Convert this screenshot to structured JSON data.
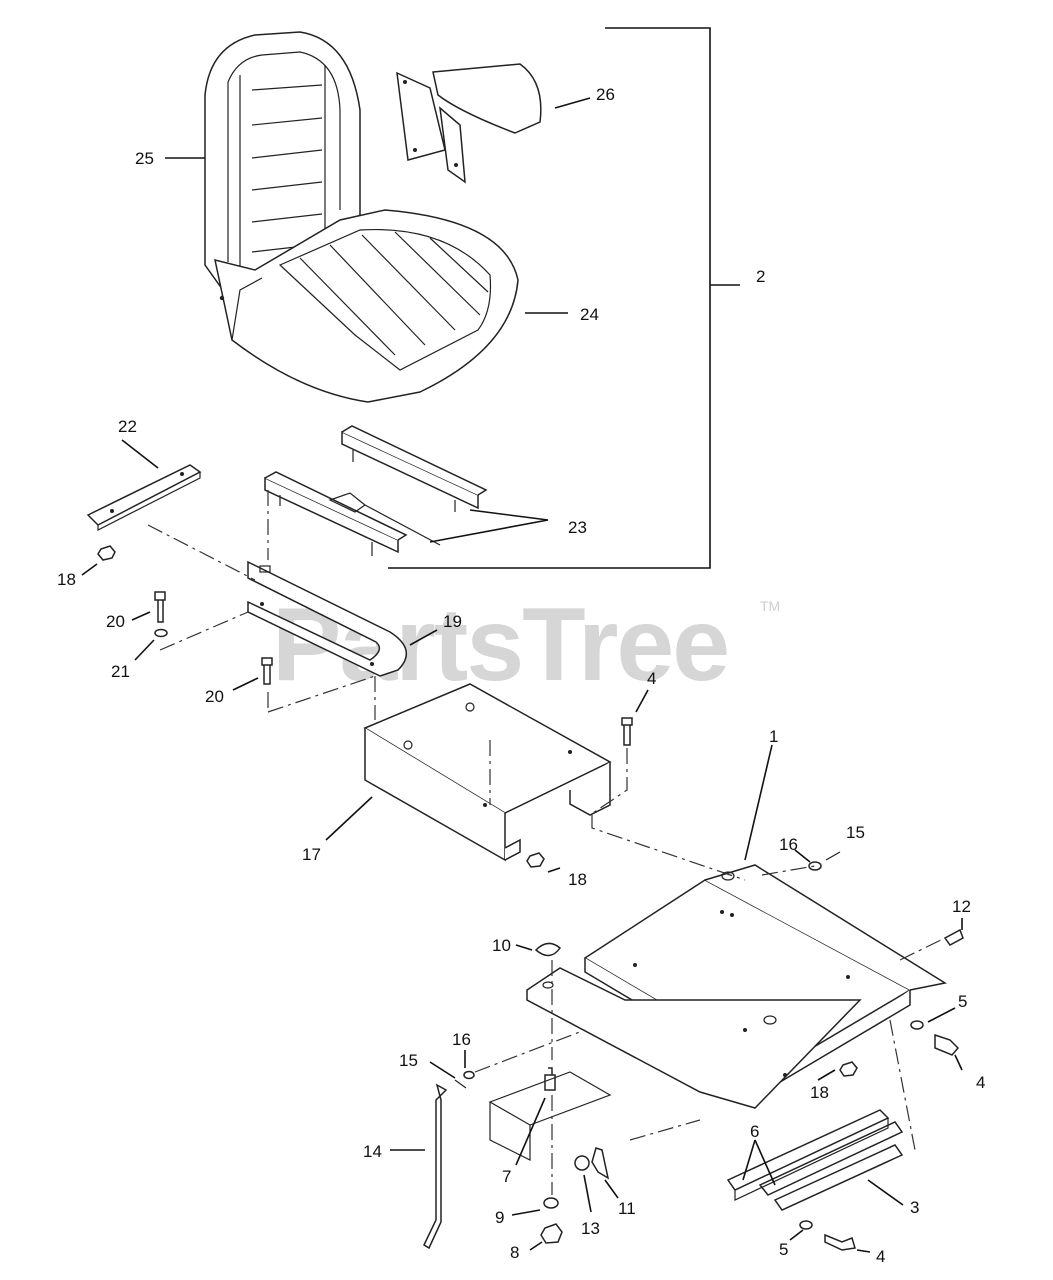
{
  "watermark": {
    "text": "PartsTree",
    "tm": "TM"
  },
  "callouts": [
    {
      "id": "c26",
      "text": "26"
    },
    {
      "id": "c25",
      "text": "25"
    },
    {
      "id": "c2",
      "text": "2"
    },
    {
      "id": "c24",
      "text": "24"
    },
    {
      "id": "c22",
      "text": "22"
    },
    {
      "id": "c23",
      "text": "23"
    },
    {
      "id": "c18a",
      "text": "18"
    },
    {
      "id": "c20a",
      "text": "20"
    },
    {
      "id": "c21",
      "text": "21"
    },
    {
      "id": "c19",
      "text": "19"
    },
    {
      "id": "c20b",
      "text": "20"
    },
    {
      "id": "c4a",
      "text": "4"
    },
    {
      "id": "c1",
      "text": "1"
    },
    {
      "id": "c17",
      "text": "17"
    },
    {
      "id": "c18b",
      "text": "18"
    },
    {
      "id": "c16a",
      "text": "16"
    },
    {
      "id": "c15a",
      "text": "15"
    },
    {
      "id": "c12",
      "text": "12"
    },
    {
      "id": "c10",
      "text": "10"
    },
    {
      "id": "c5a",
      "text": "5"
    },
    {
      "id": "c16b",
      "text": "16"
    },
    {
      "id": "c15b",
      "text": "15"
    },
    {
      "id": "c18c",
      "text": "18"
    },
    {
      "id": "c4b",
      "text": "4"
    },
    {
      "id": "c6",
      "text": "6"
    },
    {
      "id": "c14",
      "text": "14"
    },
    {
      "id": "c7",
      "text": "7"
    },
    {
      "id": "c3",
      "text": "3"
    },
    {
      "id": "c11",
      "text": "11"
    },
    {
      "id": "c13",
      "text": "13"
    },
    {
      "id": "c9",
      "text": "9"
    },
    {
      "id": "c5b",
      "text": "5"
    },
    {
      "id": "c4c",
      "text": "4"
    },
    {
      "id": "c8",
      "text": "8"
    }
  ]
}
